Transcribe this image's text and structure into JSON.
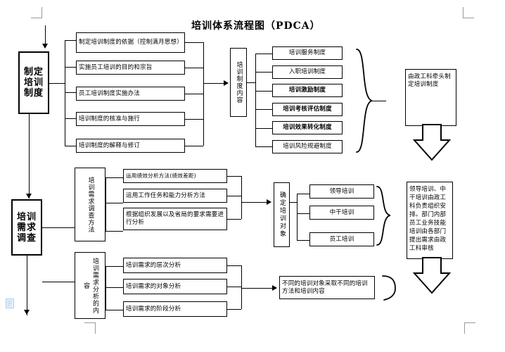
{
  "title": "培训体系流程图（PDCA）",
  "stages": [
    {
      "id": "make-system",
      "label": "制定培训制度"
    },
    {
      "id": "needs-survey",
      "label": "培训需求调查"
    }
  ],
  "section_system": {
    "basis_items": [
      "制定培训制度的依据（控制满月思想）",
      "实施员工培训的目的和宗旨",
      "员工培训制度实施办法",
      "培训制度的核准与施行",
      "培训制度的解释与修订"
    ],
    "hub_label": "培训制度内容",
    "content_items": [
      {
        "text": "培训服务制度",
        "bold": false
      },
      {
        "text": "入职培训制度",
        "bold": false
      },
      {
        "text": "培训激励制度",
        "bold": true
      },
      {
        "text": "培训考核评估制度",
        "bold": true
      },
      {
        "text": "培训效果转化制度",
        "bold": true
      },
      {
        "text": "培训风险规避制度",
        "bold": false
      }
    ],
    "note": "由政工科牵头制定培训制度"
  },
  "section_needs": {
    "method_label": "培训需求调查方法",
    "method_items": [
      "运用绩效分析方法(绩效差距)",
      "运用工作任务和能力分析方法",
      "根据组织发展以及省局的要求需要进行分析"
    ],
    "analysis_label": "培训需求分析的内容",
    "analysis_items": [
      "培训需求的层次分析",
      "培训需求的对象分析",
      "培训需求的阶段分析"
    ],
    "target_label": "确定培训对象",
    "target_items": [
      "领导培训",
      "中干培训",
      "员工培训"
    ],
    "note": "领导培训、中干培训由政工科负责组织安排。部门内部员工业务技能培训由各部门提出需求由政工科审核",
    "bottom_note": "不同的培训对象采取不同的培训方法和培训内容"
  },
  "colors": {
    "line": "#000000",
    "background": "#ffffff",
    "crop_mark": "#9a9a9a"
  }
}
